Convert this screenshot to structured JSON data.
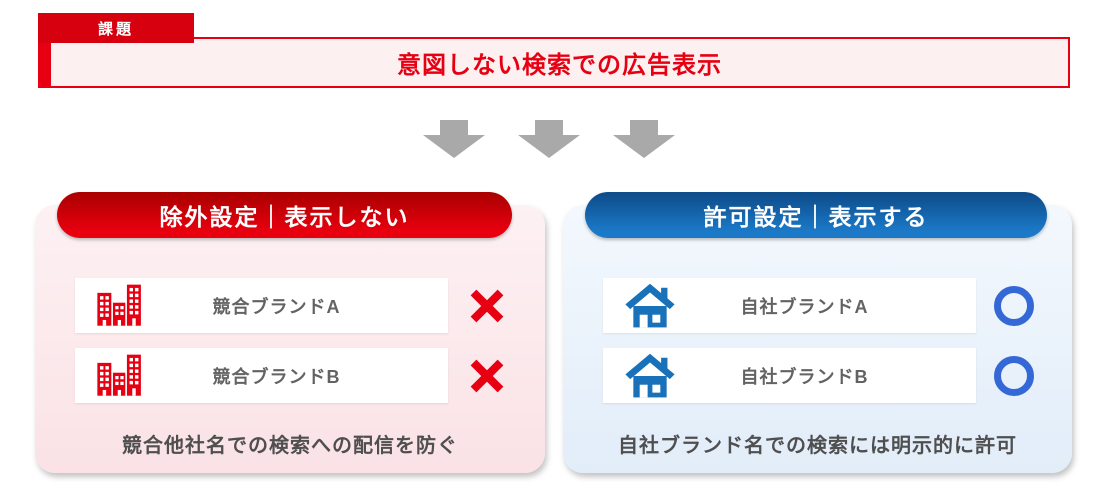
{
  "header": {
    "tag_label": "課題",
    "title": "意図しない検索での広告表示"
  },
  "flow": {
    "arrow_icon": "arrow-down-icon",
    "arrow_count": 3
  },
  "exclude_panel": {
    "header": "除外設定｜表示しない",
    "rows": [
      {
        "icon": "buildings-icon",
        "label": "競合ブランドA",
        "mark": "x-mark"
      },
      {
        "icon": "buildings-icon",
        "label": "競合ブランドB",
        "mark": "x-mark"
      }
    ],
    "caption": "競合他社名での検索への配信を防ぐ"
  },
  "allow_panel": {
    "header": "許可設定｜表示する",
    "rows": [
      {
        "icon": "house-icon",
        "label": "自社ブランドA",
        "mark": "circle-mark"
      },
      {
        "icon": "house-icon",
        "label": "自社ブランドB",
        "mark": "circle-mark"
      }
    ],
    "caption": "自社ブランド名での検索には明示的に許可"
  },
  "colors": {
    "accent_red": "#e60012",
    "accent_red_dark": "#a80000",
    "tag_red": "#d7000f",
    "accent_blue": "#1b79c8",
    "accent_blue_dark": "#0d4a88",
    "panel_pink": "#fae2e6",
    "panel_blue": "#e2edf9",
    "arrow_gray": "#a9a9a9",
    "circle_blue": "#3468d6",
    "label_gray": "#636363"
  }
}
